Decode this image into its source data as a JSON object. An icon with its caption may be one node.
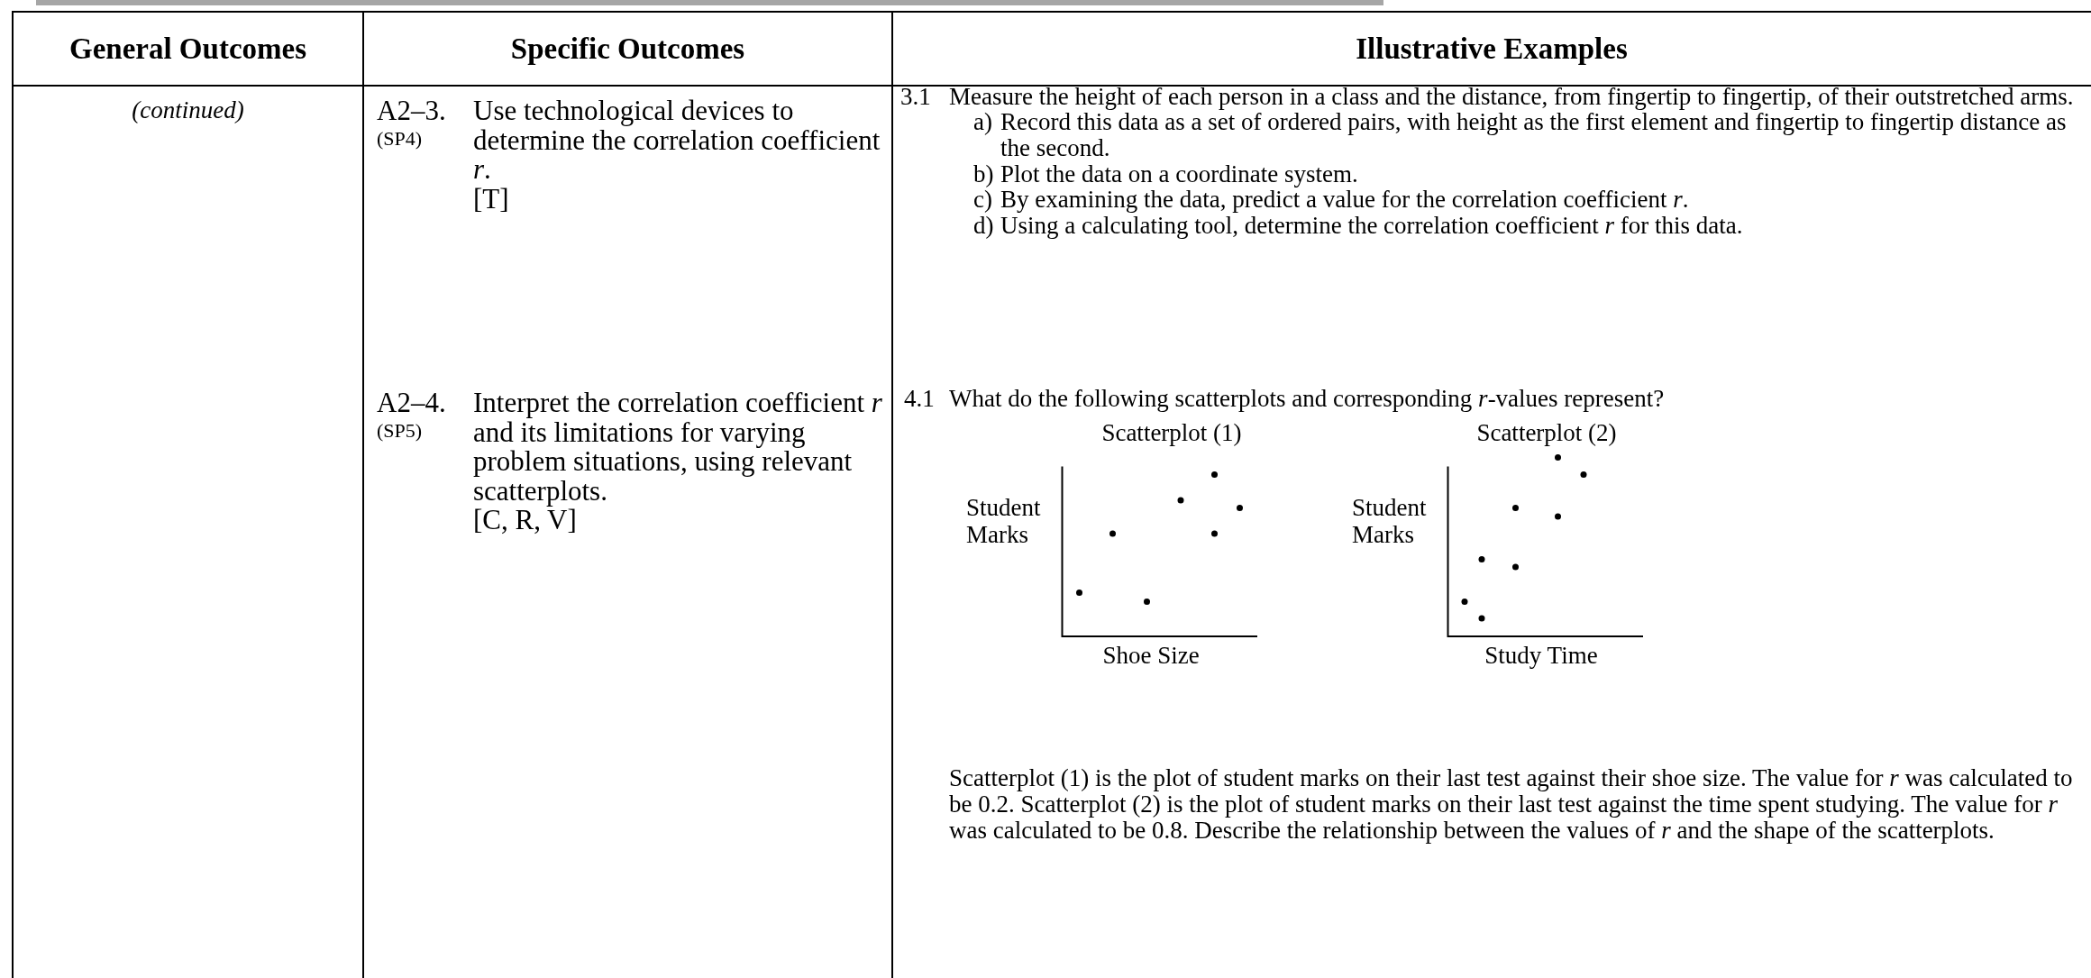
{
  "diagram": {
    "labels": [
      "General Outcomes",
      "Specific Outcomes",
      "Illustrative Examples",
      "(continued)",
      "A2–3.",
      "(SP4)",
      "Use technological devices to determine the correlation coefficient *r*.",
      "[T]",
      "3.1",
      "Measure the height of each person in a class and the distance, from fingertip to fingertip, of their outstretched arms.",
      "a)",
      "Record this data as a set of ordered pairs, with height as the first element and fingertip to fingertip distance as the second.",
      "b)",
      "Plot the data on a coordinate system.",
      "c)",
      "By examining the data, predict a value for the correlation coefficient *r*.",
      "d)",
      "Using a calculating tool, determine the correlation coefficient *r* for this data.",
      "A2–4.",
      "(SP5)",
      "Interpret the correlation coefficient *r* and its limitations for varying problem situations, using relevant scatterplots.",
      "[C, R, V]",
      "4.1",
      "What do the following scatterplots and corresponding *r*-values represent?",
      "Scatterplot (1)",
      "Student Marks",
      "Shoe Size",
      "Scatterplot (2)",
      "Student Marks",
      "Study Time",
      "Scatterplot (1) is the plot of student marks on their last test against their shoe size.  The value for *r* was calculated to be 0.2.  Scatterplot (2) is the plot of student marks on their last test against the time spent studying.  The value for *r* was calculated to be 0.8.  Describe the relationship between the values of *r* and the shape of the scatterplots."
    ]
  }
}
